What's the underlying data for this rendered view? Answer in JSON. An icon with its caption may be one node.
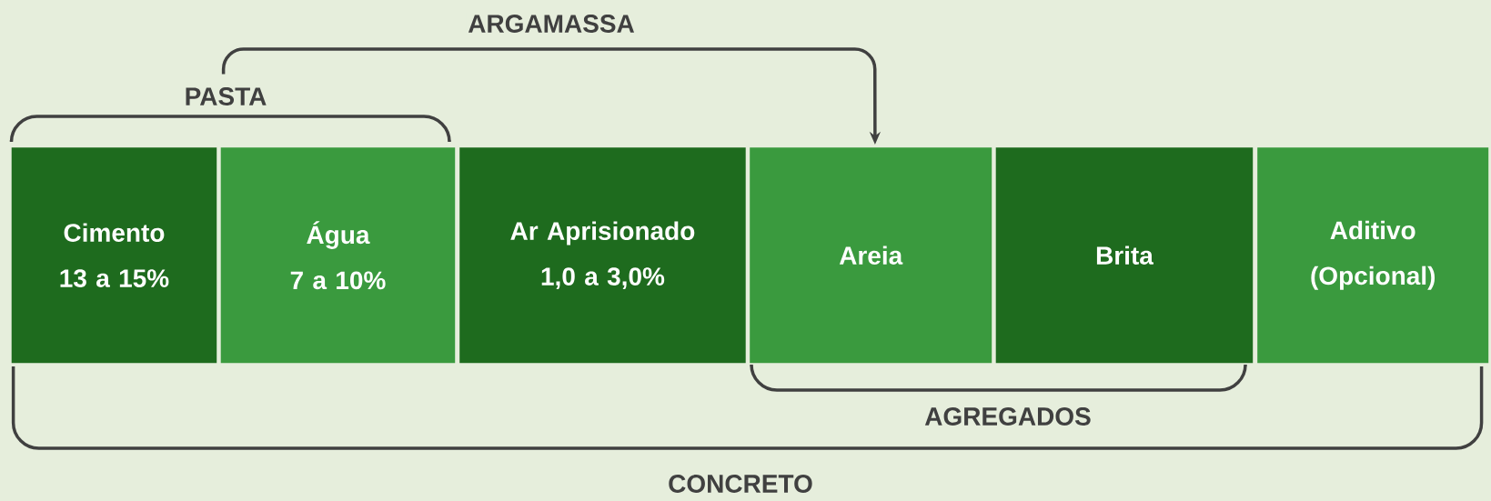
{
  "diagram": {
    "nodes": [
      {
        "text": [
          "Cimento",
          "13 a 15%"
        ]
      },
      {
        "text": [
          "Água",
          "7 a 10%"
        ]
      },
      {
        "text": [
          "Ar Aprisionado",
          "1,0 a 3,0%"
        ]
      },
      {
        "text": [
          "Areia"
        ]
      },
      {
        "text": [
          "Brita"
        ]
      },
      {
        "text": [
          "Aditivo (Opcional)"
        ]
      }
    ],
    "edges": [
      {
        "from": null,
        "to": 3,
        "arrow": "to",
        "label": "ARGAMASSA"
      }
    ],
    "labels": [
      "PASTA",
      "AGREGADOS",
      "CONCRETO"
    ]
  }
}
